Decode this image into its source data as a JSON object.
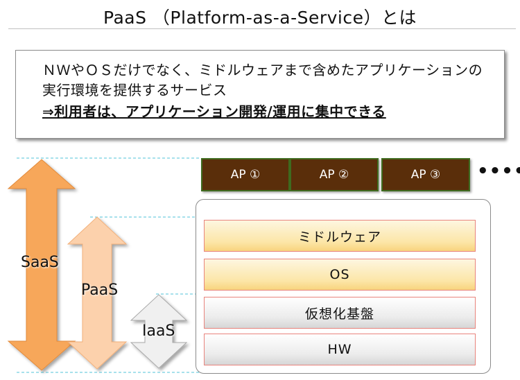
{
  "title": "PaaS （Platform-as-a-Service）とは",
  "description": {
    "line1": "ＮＷやＯＳだけでなく、ミドルウェアまで含めたアプリケーションの",
    "line2": "実行環境を提供するサービス",
    "emphasis": "⇒利用者は、アプリケーション開発/運用に集中できる"
  },
  "service_arrows": [
    {
      "label": "SaaS",
      "color": "#f7a75a"
    },
    {
      "label": "PaaS",
      "color": "#fcd1ac"
    },
    {
      "label": "IaaS",
      "color": "#f0f0f0"
    }
  ],
  "apps": [
    "AP ①",
    "AP ②",
    "AP ③"
  ],
  "apps_more": "••••",
  "app_color": "#5a2e0a",
  "layers": [
    {
      "label": "ミドルウェア",
      "style": "warm"
    },
    {
      "label": "OS",
      "style": "warm"
    },
    {
      "label": "仮想化基盤",
      "style": "cool"
    },
    {
      "label": "HW",
      "style": "cool"
    }
  ]
}
